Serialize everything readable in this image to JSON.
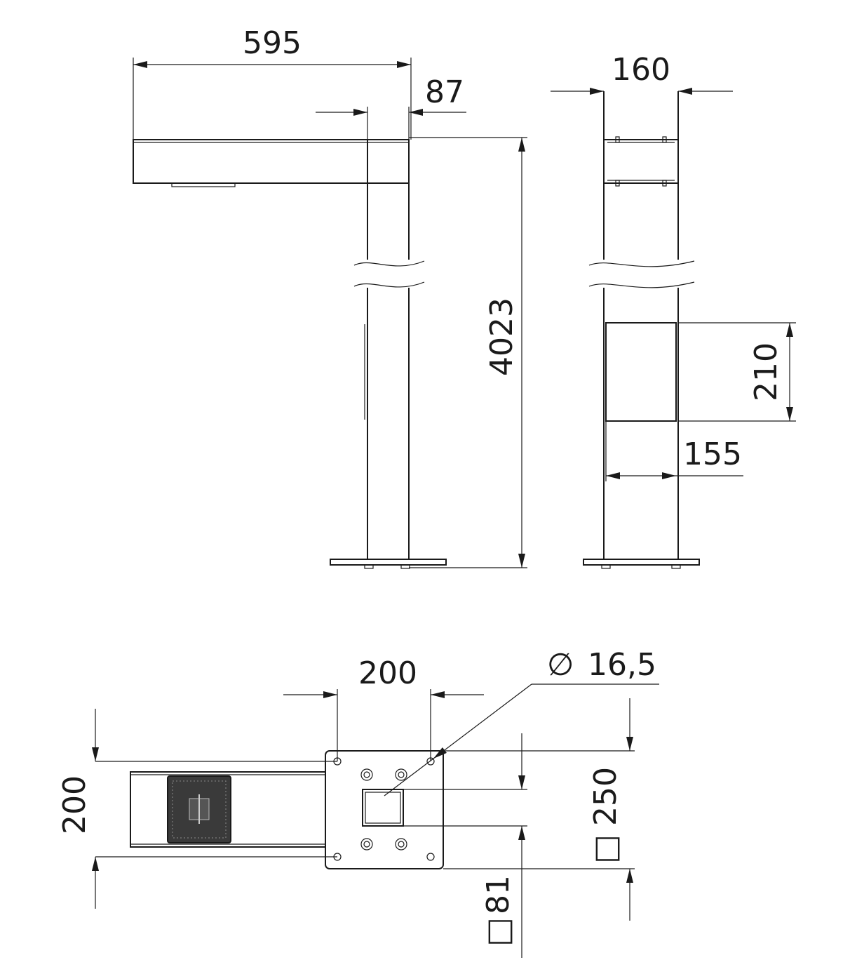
{
  "dimensions": {
    "arm_length": "595",
    "pole_depth": "87",
    "pole_width": "160",
    "height": "4023",
    "door_height": "210",
    "door_width": "155",
    "bolt_spacing": "200",
    "hole_diameter": "16,5",
    "arm_width": "200",
    "base_square": "250",
    "pole_square": "81"
  },
  "symbols": {
    "diameter": "∅",
    "square": "□"
  }
}
